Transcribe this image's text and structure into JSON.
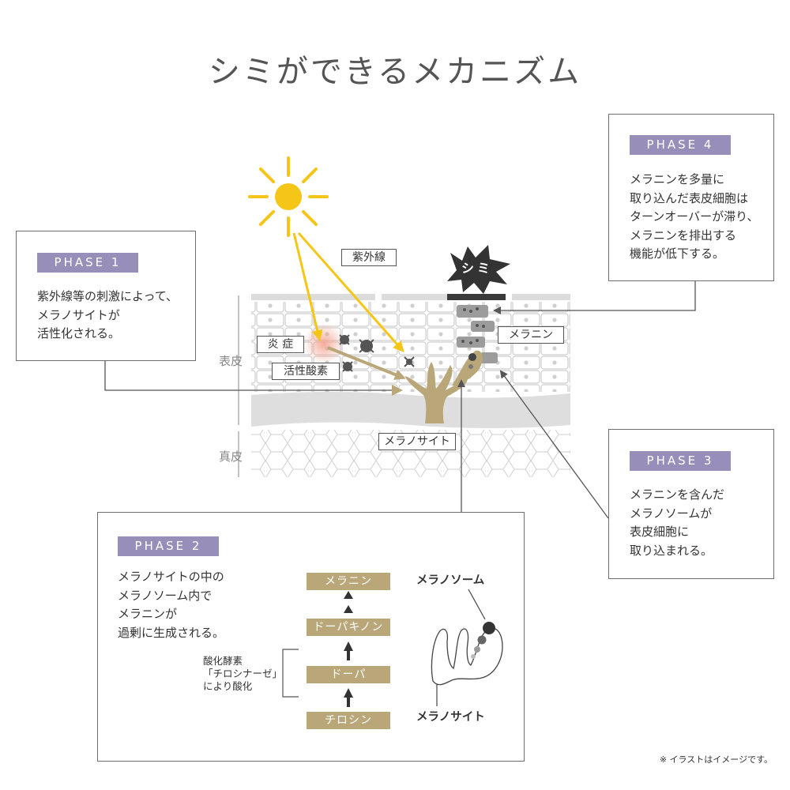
{
  "title": "シミができるメカニズム",
  "footnote": "※ イラストはイメージです。",
  "colors": {
    "phase_badge": "#978fba",
    "flow_box": "#b9a77a",
    "sun": "#f5c518",
    "melanocyte": "#b9a77a"
  },
  "phase1": {
    "badge": "PHASE 1",
    "lines": [
      "紫外線等の刺激によって、",
      "メラノサイトが",
      "活性化される。"
    ]
  },
  "phase2": {
    "badge": "PHASE 2",
    "lines": [
      "メラノサイトの中の",
      "メラノソーム内で",
      "メラニンが",
      "過剰に生成される。"
    ],
    "flow": [
      "メラニン",
      "ドーパキノン",
      "ドーパ",
      "チロシン"
    ],
    "enzyme_note": [
      "酸化酵素",
      "「チロシナーゼ」",
      "により酸化"
    ],
    "melanosome_label": "メラノソーム",
    "melanocyte_label": "メラノサイト"
  },
  "phase3": {
    "badge": "PHASE 3",
    "lines": [
      "メラニンを含んだ",
      "メラノソームが",
      "表皮細胞に",
      "取り込まれる。"
    ]
  },
  "phase4": {
    "badge": "PHASE 4",
    "lines": [
      "メラニンを多量に",
      "取り込んだ表皮細胞は",
      "ターンオーバーが滞り、",
      "メラニンを排出する",
      "機能が低下する。"
    ]
  },
  "diagram": {
    "uv_label": "紫外線",
    "spot_label": "シミ",
    "inflammation_label": "炎 症",
    "active_oxygen_label": "活性酸素",
    "melanin_label": "メラニン",
    "melanocyte_label": "メラノサイト",
    "epidermis_label": "表皮",
    "dermis_label": "真皮"
  }
}
